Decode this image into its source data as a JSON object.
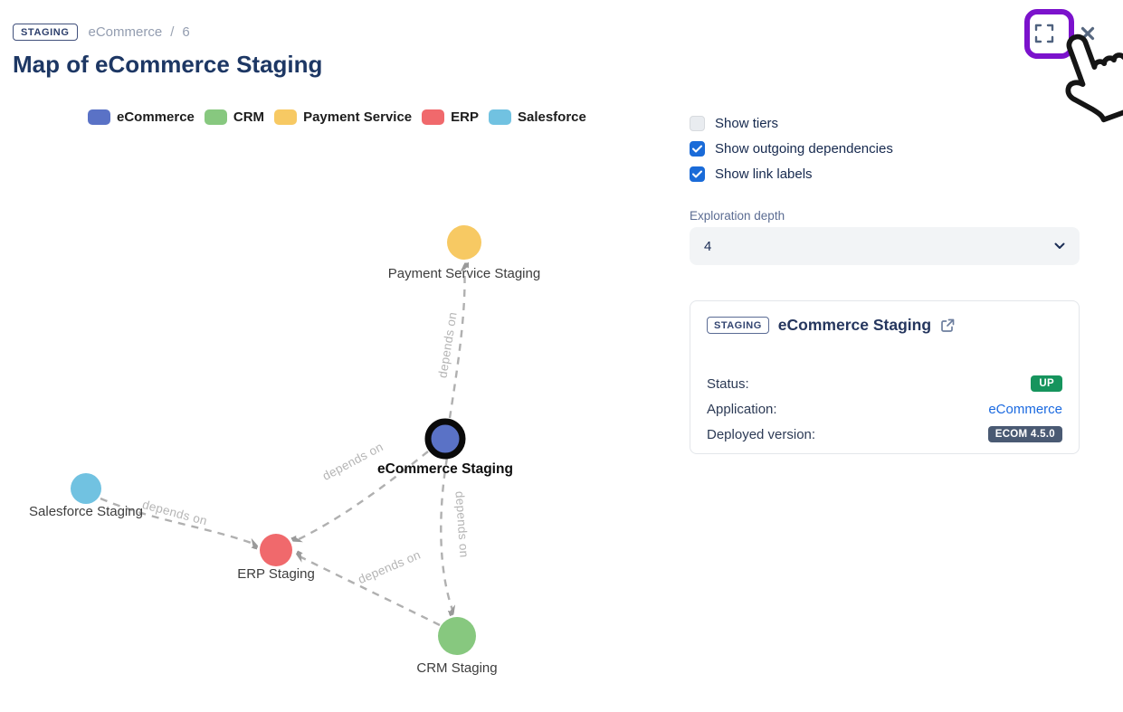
{
  "header": {
    "env_badge": "STAGING",
    "breadcrumb": {
      "app": "eCommerce",
      "separator": "/",
      "count": "6"
    },
    "title": "Map of eCommerce Staging"
  },
  "toolbar": {
    "fullscreen_icon": "fullscreen-expand",
    "close_icon": "close-x",
    "annotation": {
      "highlight_color": "#7b12cc",
      "hand_cursor": "pointing-hand"
    }
  },
  "legend": {
    "items": [
      {
        "label": "eCommerce",
        "color": "#5a72c6"
      },
      {
        "label": "CRM",
        "color": "#87c87f"
      },
      {
        "label": "Payment Service",
        "color": "#f7c963"
      },
      {
        "label": "ERP",
        "color": "#f0696c"
      },
      {
        "label": "Salesforce",
        "color": "#71c2e1"
      }
    ]
  },
  "controls": {
    "checkboxes": [
      {
        "label": "Show tiers",
        "checked": false
      },
      {
        "label": "Show outgoing dependencies",
        "checked": true
      },
      {
        "label": "Show link labels",
        "checked": true
      }
    ],
    "exploration_depth": {
      "label": "Exploration depth",
      "value": "4"
    },
    "checkbox_checked_color": "#1a6bd8"
  },
  "details_card": {
    "env_badge": "STAGING",
    "title": "eCommerce Staging",
    "rows": {
      "status": {
        "label": "Status:",
        "value": "UP",
        "badge_color": "#16945d"
      },
      "application": {
        "label": "Application:",
        "value": "eCommerce",
        "link_color": "#1b6ae0"
      },
      "version": {
        "label": "Deployed version:",
        "value": "ECOM 4.5.0",
        "badge_color": "#4a5a73"
      }
    }
  },
  "graph": {
    "nodes": [
      {
        "id": "payment",
        "label": "Payment Service Staging",
        "color": "#f7c963",
        "selected": false
      },
      {
        "id": "ecommerce",
        "label": "eCommerce Staging",
        "color": "#5a72c6",
        "selected": true
      },
      {
        "id": "salesforce",
        "label": "Salesforce Staging",
        "color": "#71c2e1",
        "selected": false
      },
      {
        "id": "erp",
        "label": "ERP Staging",
        "color": "#f0696c",
        "selected": false
      },
      {
        "id": "crm",
        "label": "CRM Staging",
        "color": "#87c87f",
        "selected": false
      }
    ],
    "edges": [
      {
        "from": "eCommerce Staging",
        "to": "Payment Service Staging",
        "label": "depends on"
      },
      {
        "from": "eCommerce Staging",
        "to": "ERP Staging",
        "label": "depends on"
      },
      {
        "from": "eCommerce Staging",
        "to": "CRM Staging",
        "label": "depends on"
      },
      {
        "from": "CRM Staging",
        "to": "ERP Staging",
        "label": "depends on"
      },
      {
        "from": "Salesforce Staging",
        "to": "ERP Staging",
        "label": "depends on"
      }
    ]
  }
}
